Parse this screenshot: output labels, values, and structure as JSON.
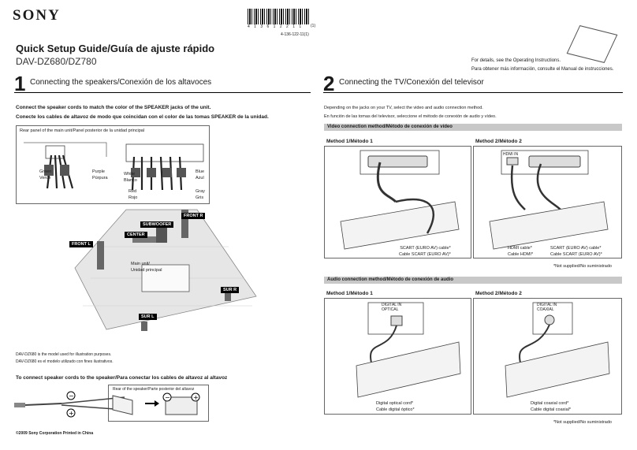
{
  "brand": "SONY",
  "barcode_number": "4 1 3 6 1 2 2 1 1",
  "barcode_suffix": "(1)",
  "part_number": "4-136-122-11(1)",
  "title": "Quick Setup Guide/Guía de ajuste rápido",
  "model": "DAV-DZ680/DZ780",
  "details": [
    "For details, see the Operating Instructions.",
    "Para obtener más información, consulte el Manual de instrucciones."
  ],
  "section1": {
    "number": "1",
    "title": "Connecting the speakers/Conexión de los altavoces",
    "instruction_en": "Connect the speaker cords to match the color of the SPEAKER jacks of the unit.",
    "instruction_es": "Conecte los cables de altavoz de modo que coincidan con el color de las tomas SPEAKER de la unidad.",
    "rear_panel_label": "Rear panel of the main unit/Panel posterior de la unidad principal",
    "wires": {
      "green": [
        "Green",
        "Verde"
      ],
      "purple": [
        "Purple",
        "Púrpura"
      ],
      "white": [
        "White",
        "Blanco"
      ],
      "blue": [
        "Blue",
        "Azul"
      ],
      "red": [
        "Red",
        "Rojo"
      ],
      "gray": [
        "Gray",
        "Gris"
      ]
    },
    "speakers": {
      "front_r": "FRONT R",
      "front_l": "FRONT L",
      "subwoofer": "SUBWOOFER",
      "center": "CENTER",
      "sur_r": "SUR R",
      "sur_l": "SUR L"
    },
    "main_unit": [
      "Main unit/",
      "Unidad principal"
    ],
    "note": [
      "DAV-DZ680 is the model used for illustration purposes.",
      "DAV-DZ680 es el modelo utilizado con fines ilustrativos."
    ],
    "cords_title": "To connect speaker cords to the speaker/Para conectar los cables de altavoz al altavoz",
    "rear_speaker_label": "Rear of the speaker/Parte posterior del altavoz"
  },
  "footer_left": "©2009 Sony Corporation   Printed in China",
  "section2": {
    "number": "2",
    "title": "Connecting the TV/Conexión del televisor",
    "intro_en": "Depending on the jacks on your TV, select the video and audio connection method.",
    "intro_es": "En función de las tomas del televisor, seleccione el método de conexión de audio y vídeo.",
    "video_bar": "Video connection method/Método de conexión de vídeo",
    "audio_bar": "Audio connection method/Método de conexión de audio",
    "method1": "Method 1/Método 1",
    "method2": "Method 2/Método 2",
    "scart": [
      "SCART (EURO AV) cable*",
      "Cable SCART (EURO AV)*"
    ],
    "hdmi": [
      "HDMI cable*",
      "Cable HDMI*"
    ],
    "optical": [
      "Digital optical cord*",
      "Cable digital óptico*"
    ],
    "coaxial": [
      "Digital coaxial cord*",
      "Cable digital coaxial*"
    ],
    "not_supplied": "*Not supplied/No suministrado",
    "tv_in_hdmi": "HDMI IN",
    "tv_in_optical": "DIGITAL IN",
    "tv_in_optical2": "OPTICAL",
    "tv_in_coaxial": "DIGITAL IN",
    "tv_in_coaxial2": "COAXIAL"
  }
}
